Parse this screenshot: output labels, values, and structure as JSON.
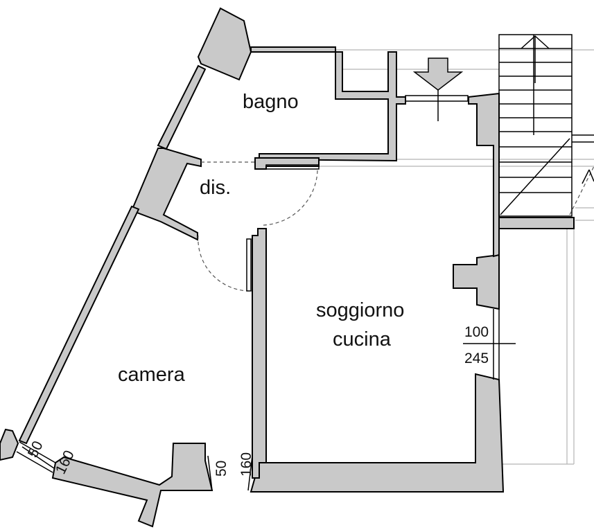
{
  "rooms": {
    "bagno": "bagno",
    "dis": "dis.",
    "soggiorno_line1": "soggiorno",
    "soggiorno_line2": "cucina",
    "camera": "camera"
  },
  "dimensions": {
    "window_right_top": "100",
    "window_right_bottom": "245",
    "window_left_a": "50",
    "window_left_b": "160",
    "window_mid_a": "50",
    "window_mid_b": "160"
  },
  "colors": {
    "wall_fill": "#c9c9c9",
    "line": "#000000"
  },
  "icons": {
    "entrance": "entrance-arrow-icon",
    "stairs_up": "stairs-up-arrow-icon"
  }
}
